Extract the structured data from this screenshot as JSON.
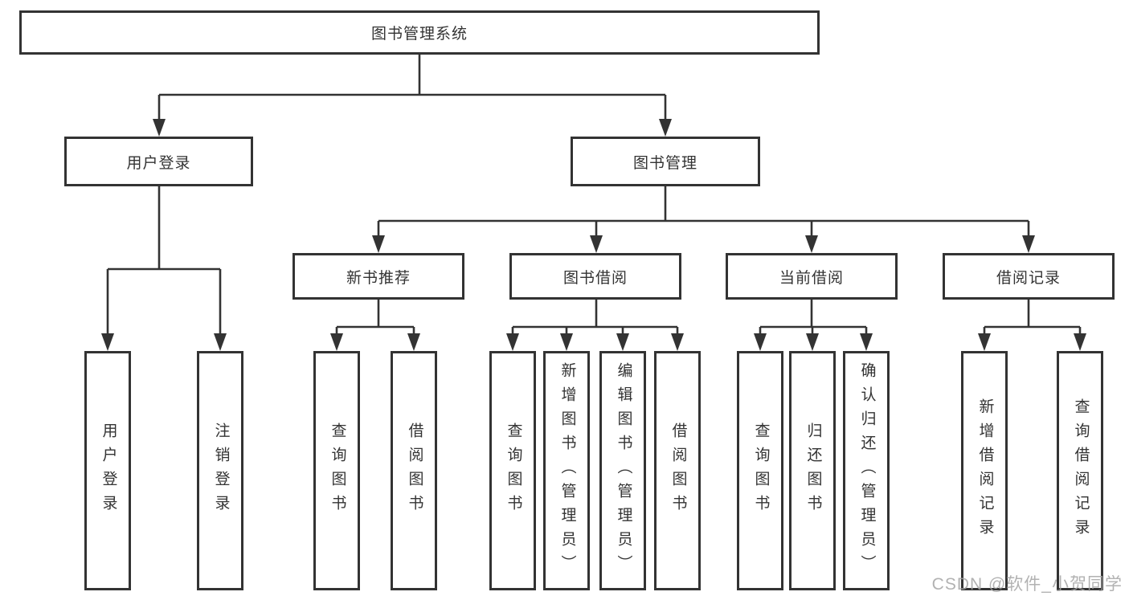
{
  "root": {
    "label": "图书管理系统"
  },
  "level2": [
    {
      "id": "user-login",
      "label": "用户登录"
    },
    {
      "id": "book-management",
      "label": "图书管理"
    }
  ],
  "level3": [
    {
      "id": "new-book-recommend",
      "label": "新书推荐"
    },
    {
      "id": "book-borrow",
      "label": "图书借阅"
    },
    {
      "id": "current-borrow",
      "label": "当前借阅"
    },
    {
      "id": "borrow-records",
      "label": "借阅记录"
    }
  ],
  "leaves": [
    {
      "id": "user-login",
      "label": "用户登录",
      "parent": "user-login"
    },
    {
      "id": "logout",
      "label": "注销登录",
      "parent": "user-login"
    },
    {
      "id": "query-books-recommend",
      "label": "查询图书",
      "parent": "new-book-recommend"
    },
    {
      "id": "borrow-books-recommend",
      "label": "借阅图书",
      "parent": "new-book-recommend"
    },
    {
      "id": "query-books-borrow",
      "label": "查询图书",
      "parent": "book-borrow"
    },
    {
      "id": "add-book-admin",
      "label": "新增图书（管理员）",
      "parent": "book-borrow"
    },
    {
      "id": "edit-book-admin",
      "label": "编辑图书（管理员）",
      "parent": "book-borrow"
    },
    {
      "id": "borrow-books-borrow",
      "label": "借阅图书",
      "parent": "book-borrow"
    },
    {
      "id": "query-books-current",
      "label": "查询图书",
      "parent": "current-borrow"
    },
    {
      "id": "return-books",
      "label": "归还图书",
      "parent": "current-borrow"
    },
    {
      "id": "confirm-return-admin",
      "label": "确认归还（管理员）",
      "parent": "current-borrow"
    },
    {
      "id": "add-borrow-record",
      "label": "新增借阅记录",
      "parent": "borrow-records"
    },
    {
      "id": "query-borrow-record",
      "label": "查询借阅记录",
      "parent": "borrow-records"
    }
  ],
  "watermark": "CSDN @软件_小贺同学",
  "colors": {
    "line": "#333333",
    "box_border": "#333333",
    "text": "#333333",
    "background": "#ffffff",
    "watermark": "#a5a5a5"
  }
}
